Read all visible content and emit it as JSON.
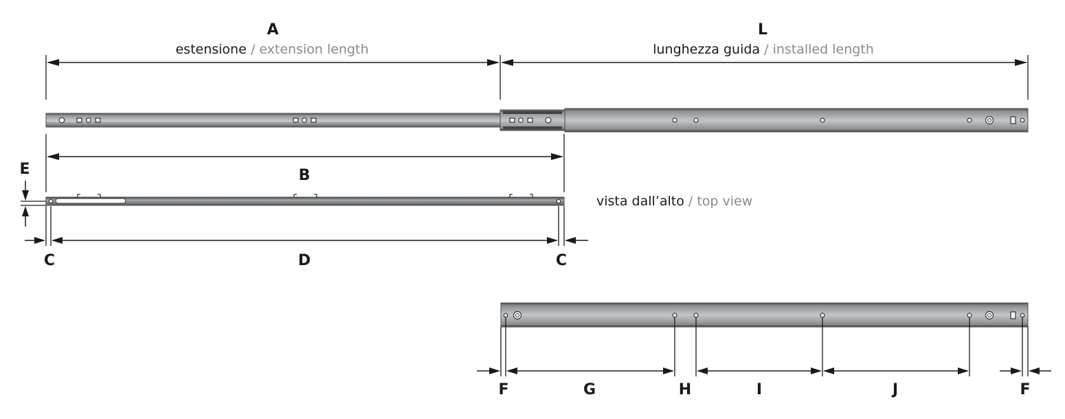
{
  "labels": {
    "A": "A",
    "L": "L",
    "B": "B",
    "E": "E",
    "C_left": "C",
    "D": "D",
    "C_right": "C",
    "F_left": "F",
    "G": "G",
    "H": "H",
    "I": "I",
    "J": "J",
    "F_right": "F"
  },
  "captions": {
    "extension_it": "estensione",
    "extension_en": "extension length",
    "installed_it": "lunghezza guida",
    "installed_en": "installed length",
    "top_view_it": "vista dall’alto",
    "top_view_en": "top view",
    "separator": " / "
  },
  "colors": {
    "rail_dark": "#5e6063",
    "rail_light": "#b9bcbf",
    "line": "#1a1a1a",
    "secondary_text": "#8a8a8a"
  }
}
